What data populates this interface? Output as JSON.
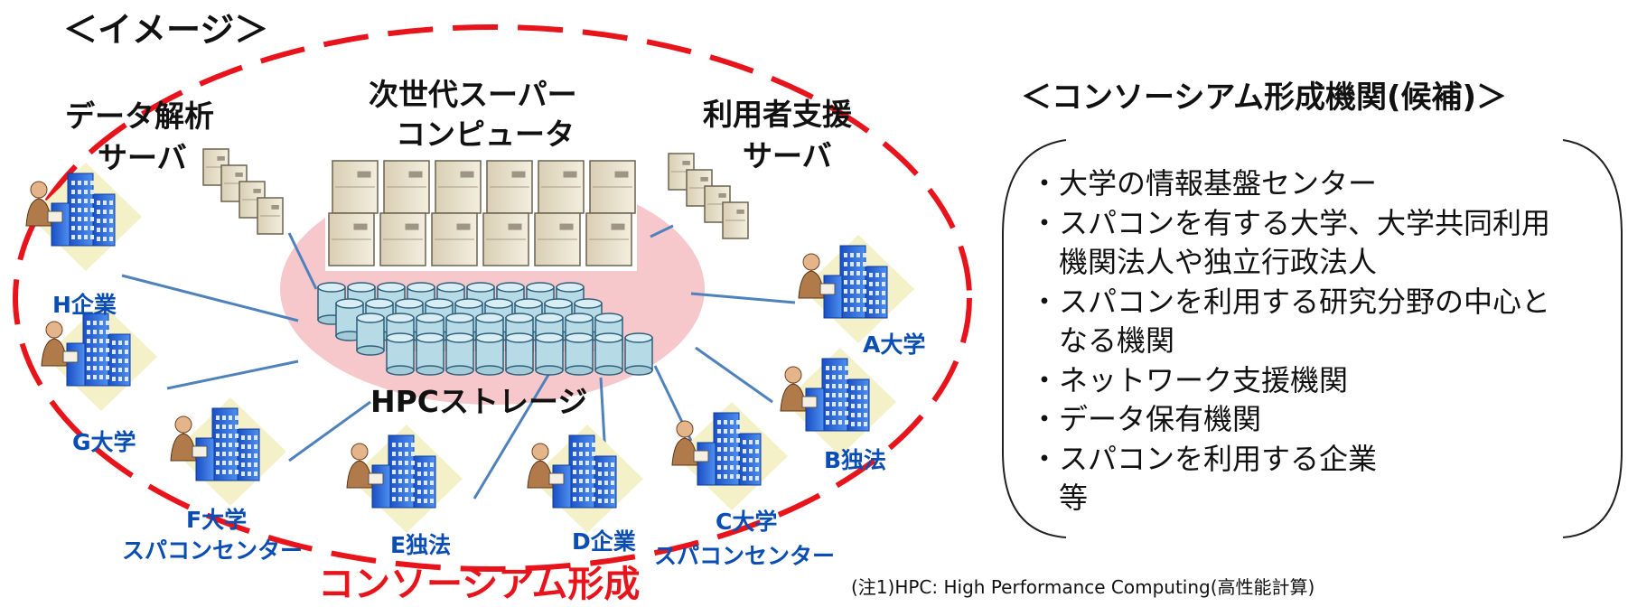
{
  "title": "＜イメージ＞",
  "center": {
    "supercomputer": [
      "次世代スーパー",
      "コンピュータ"
    ],
    "data_server": [
      "データ解析",
      "サーバ"
    ],
    "support_server": [
      "利用者支援",
      "サーバ"
    ],
    "storage": "HPCストレージ"
  },
  "orgs": {
    "h": "H企業",
    "g": "G大学",
    "f": [
      "F大学",
      "スパコンセンター"
    ],
    "e": "E独法",
    "d": "D企業",
    "c": [
      "C大学",
      "スパコンセンター"
    ],
    "b": "B独法",
    "a": "A大学"
  },
  "consortium_label": "コンソーシアム形成",
  "candidates": {
    "title": "＜コンソーシアム形成機関(候補)＞",
    "items": [
      [
        "・大学の情報基盤センター"
      ],
      [
        "・スパコンを有する大学、大学共同利用",
        "機関法人や独立行政法人"
      ],
      [
        "・スパコンを利用する研究分野の中心と",
        "なる機関"
      ],
      [
        "・ネットワーク支援機関"
      ],
      [
        "・データ保有機関"
      ],
      [
        "・スパコンを利用する企業",
        "等"
      ]
    ]
  },
  "note": "(注1)HPC: High Performance Computing(高性能計算)",
  "colors": {
    "dash": "#e8141c",
    "org_text": "#0a4db3",
    "ellipse": "#f6c8cc",
    "line": "#4f81bd",
    "building": "#1f5fd6",
    "disk": "#b7dbe6"
  }
}
